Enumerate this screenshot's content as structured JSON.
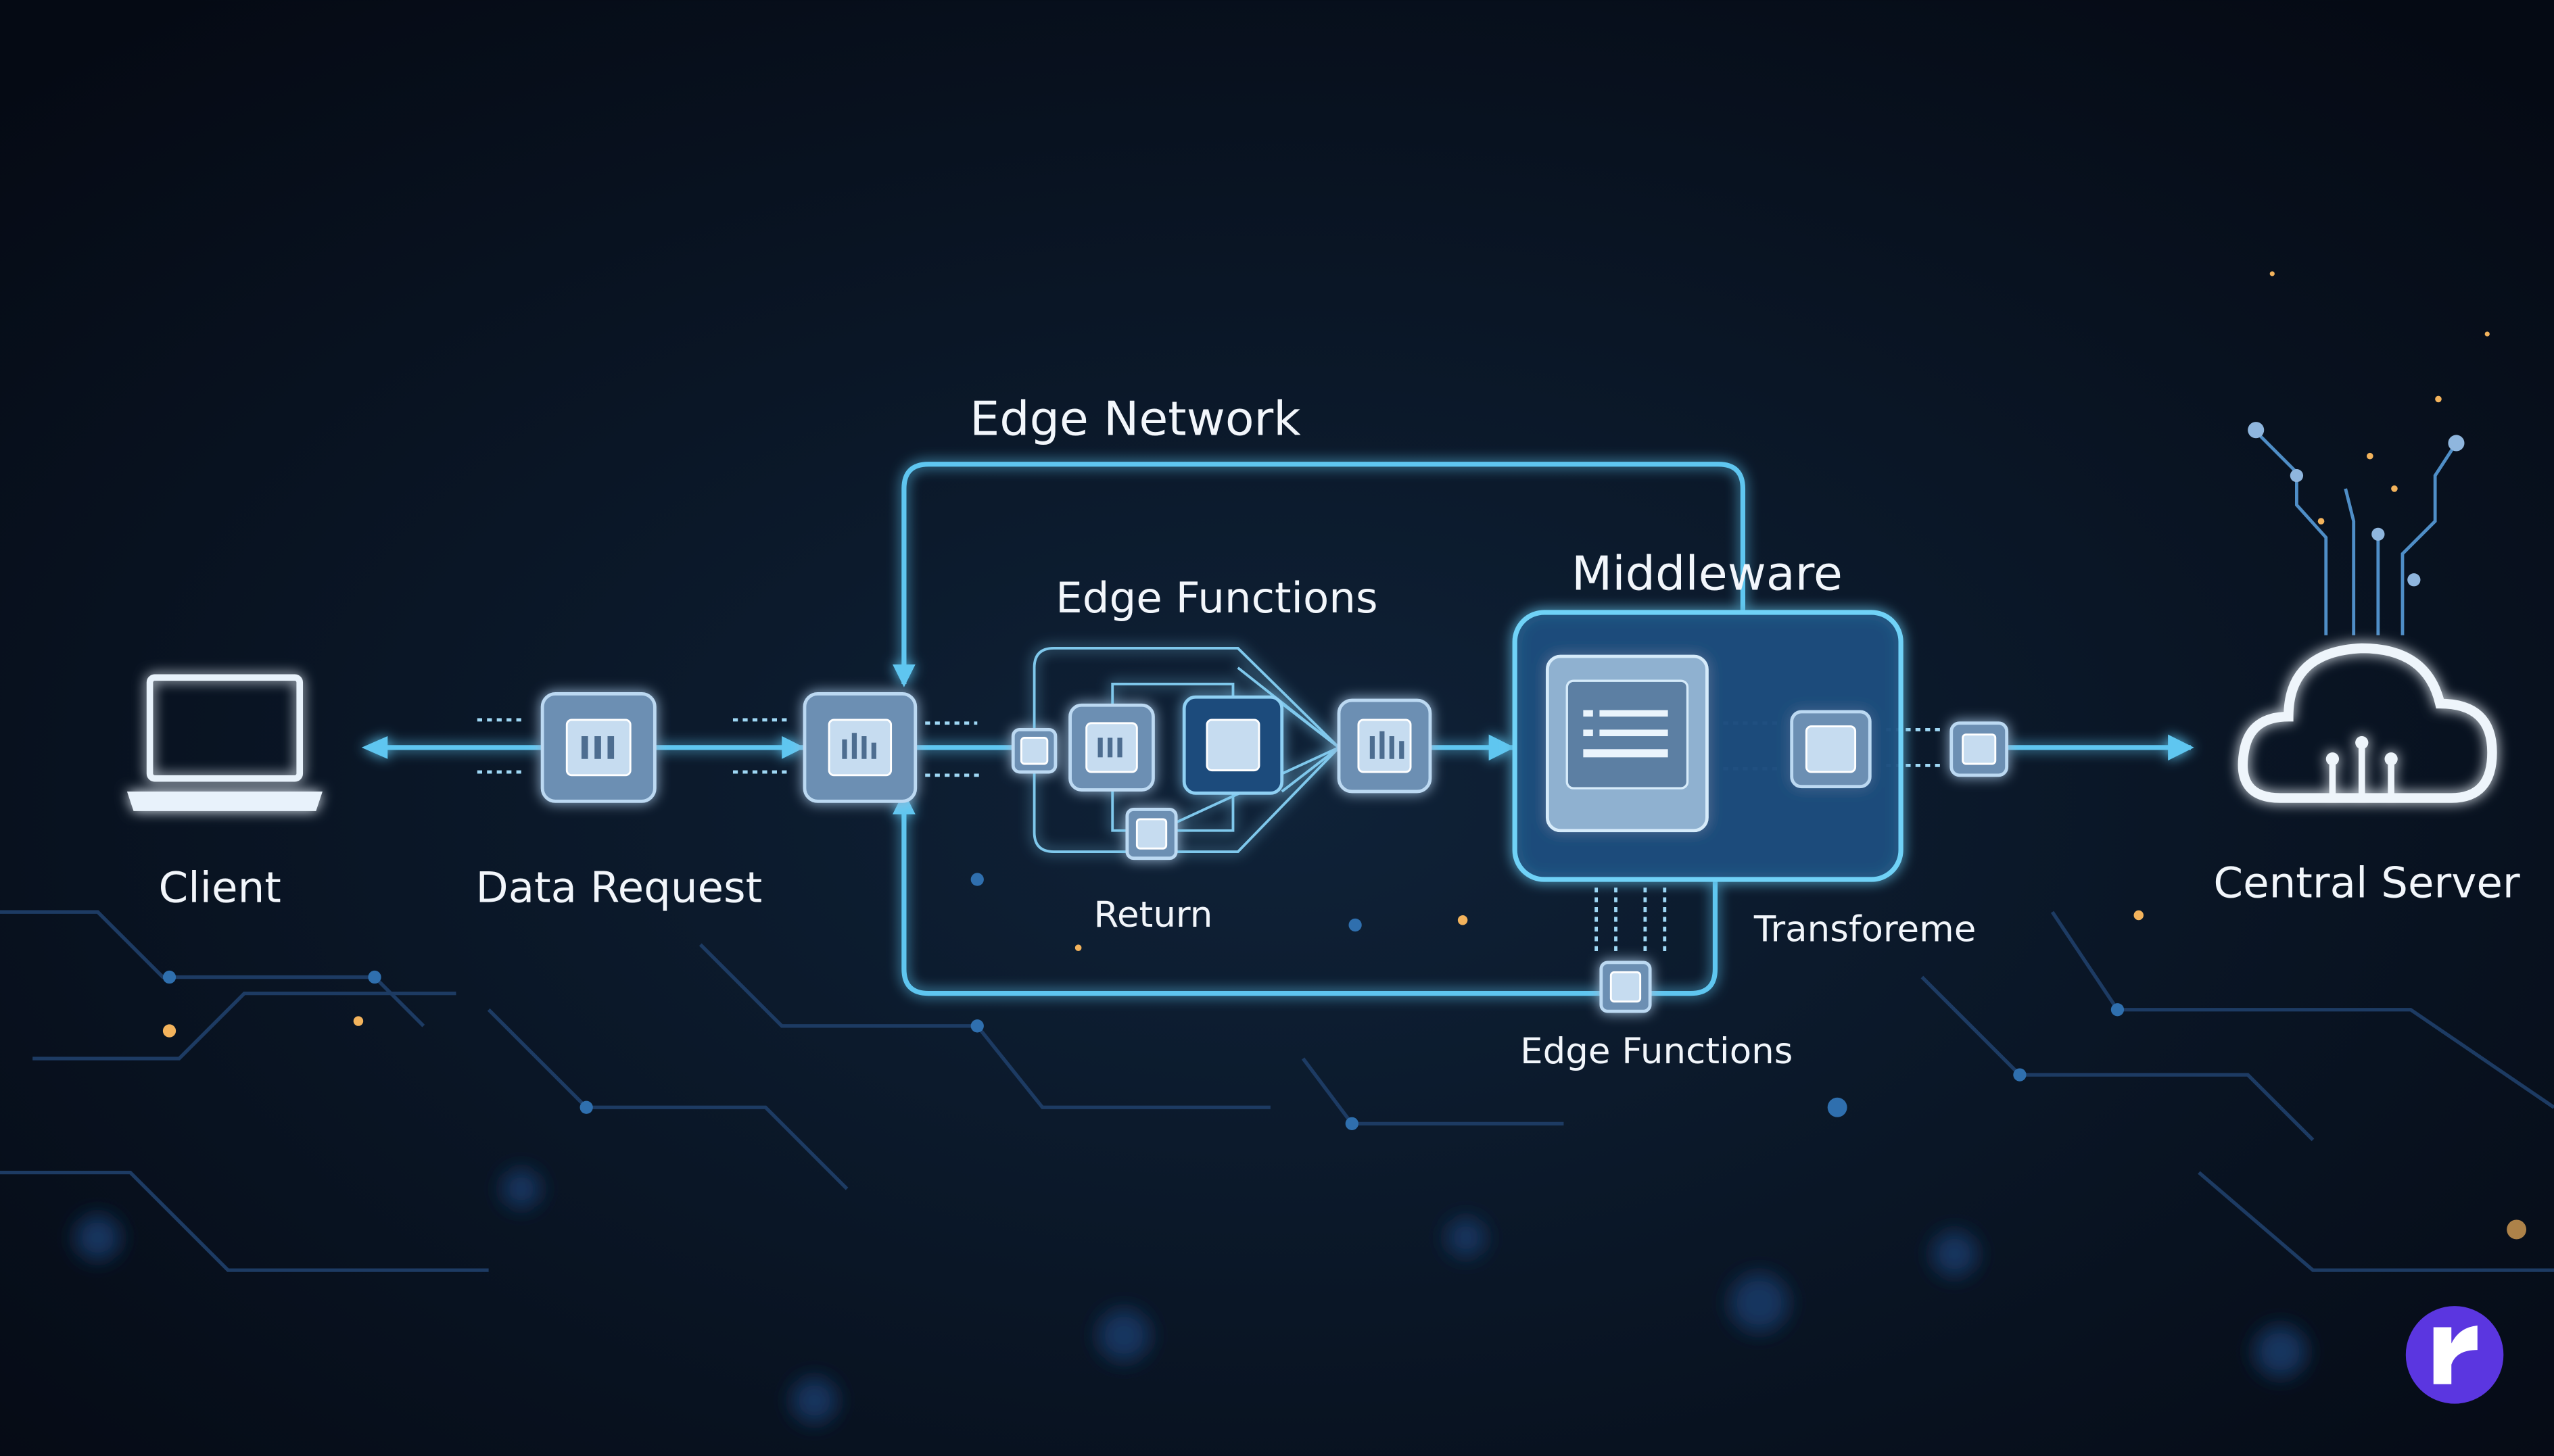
{
  "title": "Edge Network",
  "nodes": {
    "client": "Client",
    "data_request": "Data Request",
    "edge_functions_top": "Edge Functions",
    "return": "Return",
    "middleware": "Middleware",
    "transform": "Transforeme",
    "edge_functions_bottom": "Edge Functions",
    "central_server": "Central Server"
  },
  "icons": {
    "client": "laptop-icon",
    "server": "cloud-icon",
    "logo": "r"
  },
  "colors": {
    "background": "#050b16",
    "accent": "#5ec6f0",
    "logo": "#5b36e0"
  }
}
